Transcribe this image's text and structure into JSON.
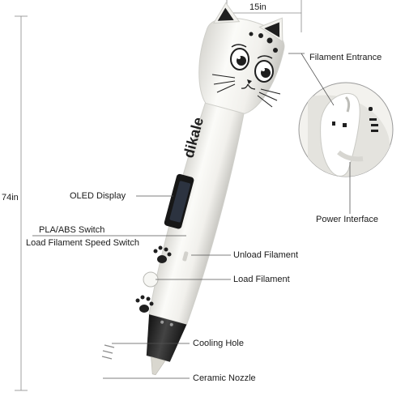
{
  "dimensions": {
    "width_label": "15in",
    "length_label": "74in"
  },
  "brand": {
    "name": "dikale"
  },
  "callouts": {
    "filament_entrance": "Filament Entrance",
    "power_interface": "Power Interface",
    "oled_display": "OLED Display",
    "pla_abs_switch": "PLA/ABS Switch",
    "load_speed_switch": "Load Filament Speed Switch",
    "unload_filament": "Unload Filament",
    "load_filament": "Load Filament",
    "cooling_hole": "Cooling Hole",
    "ceramic_nozzle": "Ceramic Nozzle"
  },
  "icons": [
    "cat-head-icon",
    "paw-print-icon",
    "magnifier-circle-icon"
  ],
  "colors": {
    "pen_body": "#f4f3ef",
    "pen_outline": "#d0d0cc",
    "nozzle": "#2a2a2a",
    "accent_lines": "#555555"
  }
}
